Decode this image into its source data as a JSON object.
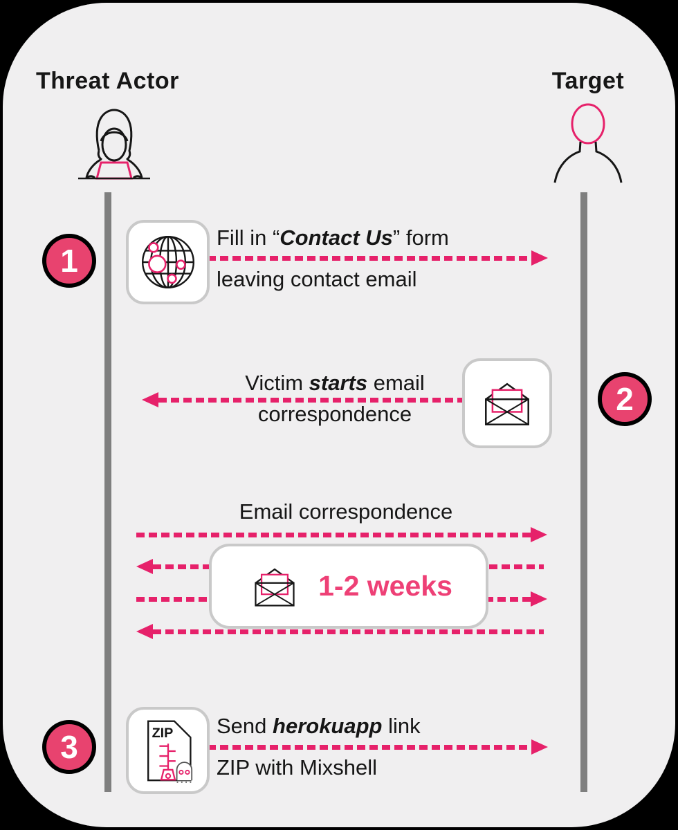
{
  "palette": {
    "accent_pink": "#e6216a",
    "badge_pink": "#e8436f",
    "weeks_pink": "#ee4076",
    "lifeline_gray": "#7f7f7f",
    "panel_bg": "#f0eff0"
  },
  "actors": {
    "left": {
      "label": "Threat Actor",
      "icon": "hooded-hacker-icon"
    },
    "right": {
      "label": "Target",
      "icon": "person-icon"
    }
  },
  "steps": [
    {
      "number": "1",
      "icon": "globe-icon",
      "direction": "right",
      "line1_pre": "Fill in “",
      "line1_em": "Contact Us",
      "line1_post": "” form",
      "line2": "leaving contact email"
    },
    {
      "number": "2",
      "icon": "open-envelope-icon",
      "direction": "left",
      "line1_pre": "Victim ",
      "line1_em": "starts",
      "line1_post": " email",
      "line2": "correspondence"
    },
    {
      "number": "3",
      "icon": "zip-file-icon",
      "direction": "right",
      "line1_pre": "Send ",
      "line1_em": "herokuapp",
      "line1_post": " link",
      "line2": "ZIP with Mixshell"
    }
  ],
  "exchange": {
    "title": "Email correspondence",
    "duration": "1-2 weeks",
    "icon": "open-envelope-icon",
    "arrows": [
      "right",
      "left",
      "right",
      "left"
    ]
  },
  "zip_label": "ZIP"
}
